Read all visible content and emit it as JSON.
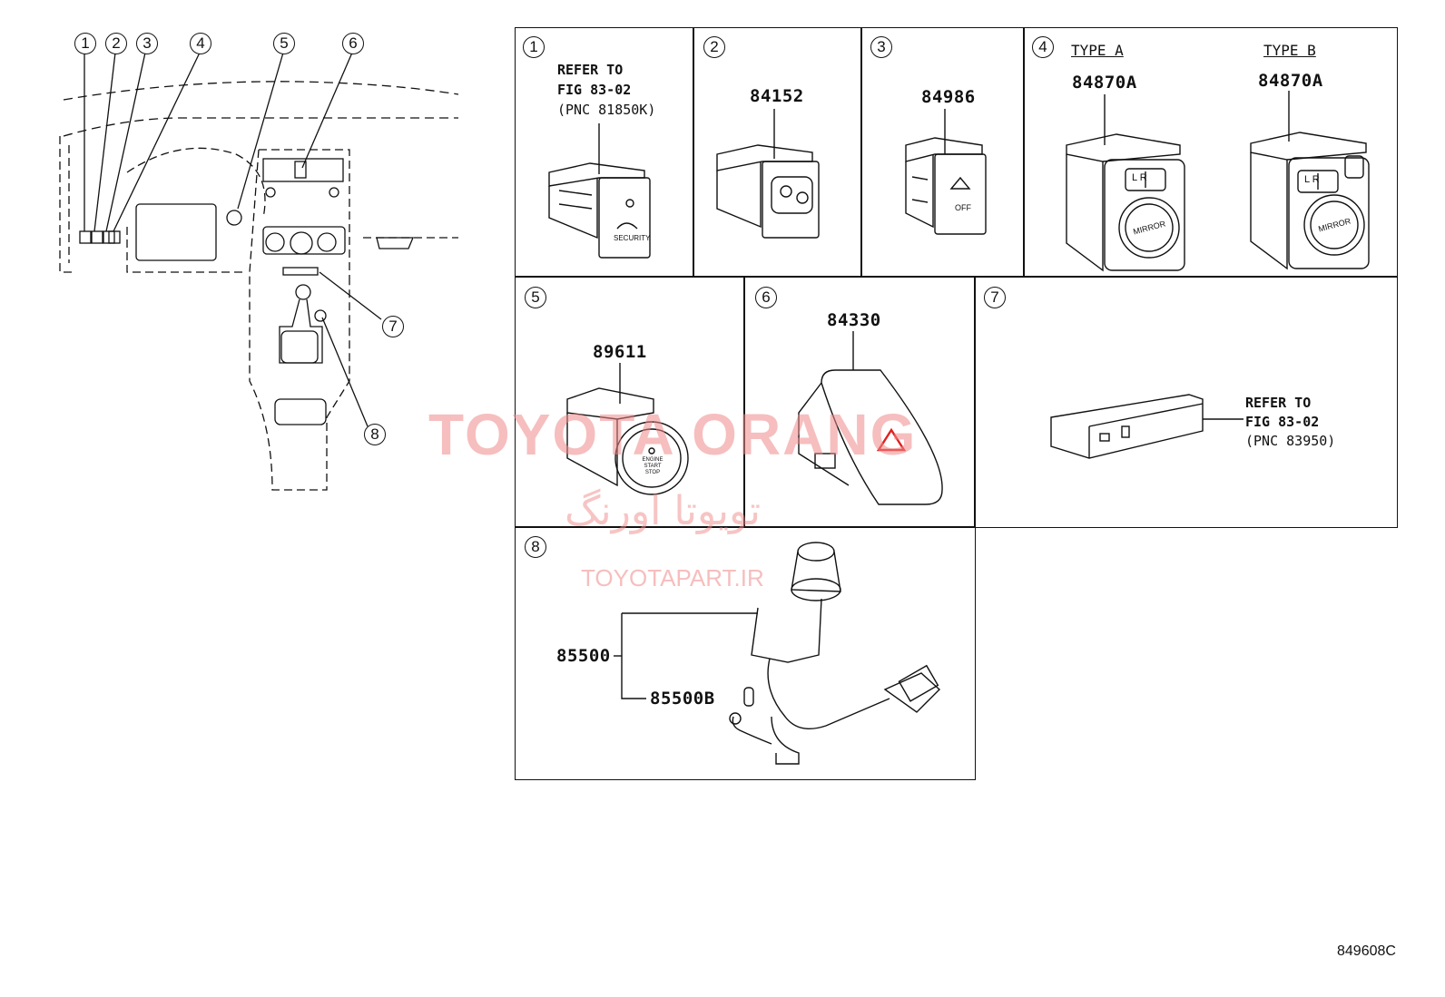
{
  "overview": {
    "callouts": [
      "1",
      "2",
      "3",
      "4",
      "5",
      "6",
      "7",
      "8"
    ]
  },
  "panels": [
    {
      "num": "1",
      "notes": [
        "REFER TO",
        "FIG 83-02",
        "(PNC 81850K)"
      ],
      "part": "",
      "switch_text": "SECURITY"
    },
    {
      "num": "2",
      "part": "84152"
    },
    {
      "num": "3",
      "part": "84986",
      "switch_text": "OFF"
    },
    {
      "num": "4",
      "types": [
        {
          "label": "TYPE A",
          "part": "84870A"
        },
        {
          "label": "TYPE B",
          "part": "84870A"
        }
      ],
      "switch_text": "MIRROR",
      "switch_lr": "L R"
    },
    {
      "num": "5",
      "part": "89611",
      "switch_text": "ENGINE START STOP"
    },
    {
      "num": "6",
      "part": "84330"
    },
    {
      "num": "7",
      "notes": [
        "REFER TO",
        "FIG 83-02",
        "(PNC 83950)"
      ]
    },
    {
      "num": "8",
      "parts": [
        "85500",
        "85500B"
      ]
    }
  ],
  "watermarks": {
    "line1": "TOYOTA ORANG",
    "line2": "تویوتا اورنگ",
    "line3": "TOYOTAPART.IR"
  },
  "figure_code": "849608C",
  "colors": {
    "line": "#111111",
    "watermark": "#f08a8a",
    "hazard": "#e02020"
  }
}
